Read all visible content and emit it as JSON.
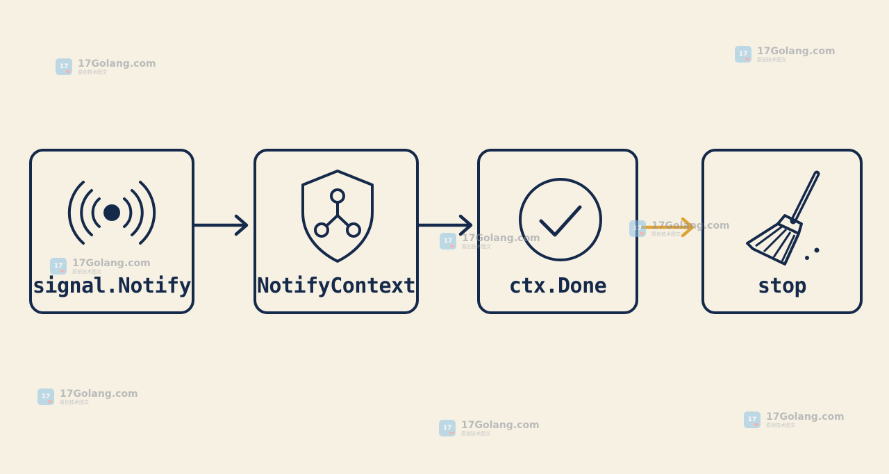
{
  "steps": [
    {
      "label": "signal.Notify",
      "icon": "signal-broadcast-icon"
    },
    {
      "label": "NotifyContext",
      "icon": "shield-network-icon"
    },
    {
      "label": "ctx.Done",
      "icon": "check-circle-icon"
    },
    {
      "label": "stop",
      "icon": "broom-icon"
    }
  ],
  "watermark": {
    "name": "17Golang.com",
    "logo_text": "17",
    "subtitle": "原创技术图文"
  },
  "colors": {
    "ink": "#15294a",
    "accent_arrow": "#e0a335",
    "background": "#f7f1e4"
  }
}
